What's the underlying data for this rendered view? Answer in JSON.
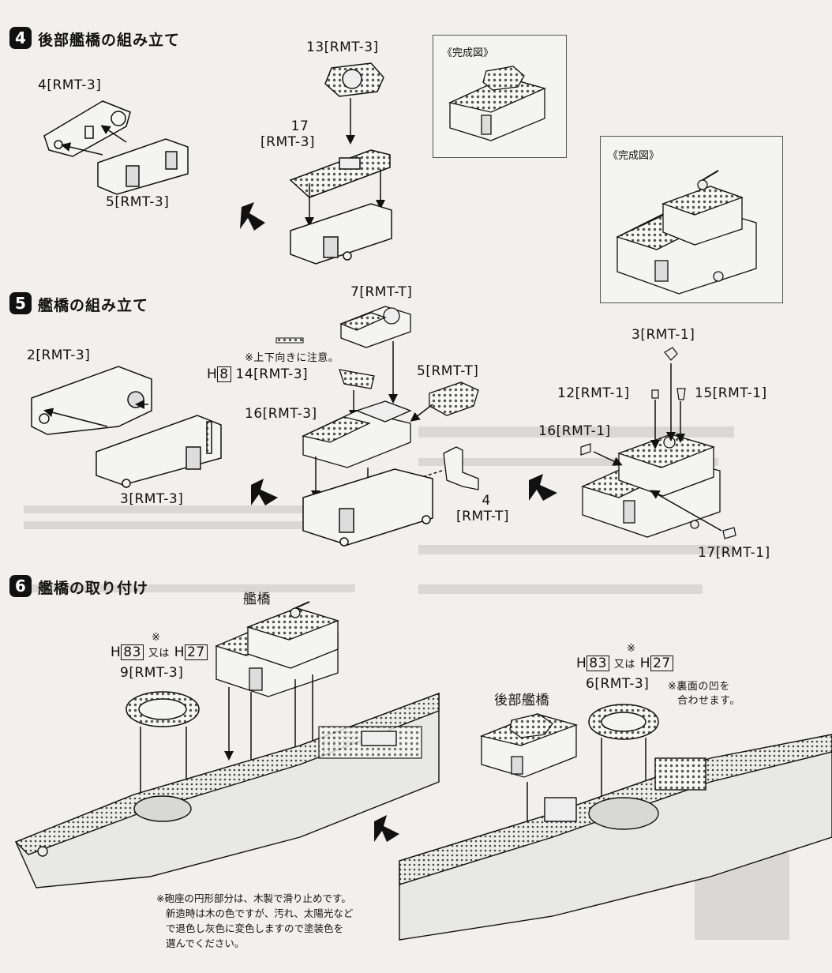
{
  "steps": [
    {
      "number": "4",
      "title": "後部艦橋の組み立て"
    },
    {
      "number": "5",
      "title": "艦橋の組み立て"
    },
    {
      "number": "6",
      "title": "艦橋の取り付け"
    }
  ],
  "step4": {
    "part_13": "13[RMT-3]",
    "part_4": "4[RMT-3]",
    "part_17_num": "17",
    "part_17_sheet": "[RMT-3]",
    "part_5": "5[RMT-3]",
    "completed_label": "《完成図》"
  },
  "step5": {
    "completed_label": "《完成図》",
    "part_7": "7[RMT-T]",
    "part_2": "2[RMT-3]",
    "orientation_note": "※上下向きに注意。",
    "color_prefix": "H",
    "color_code": "8",
    "part_14": "14[RMT-3]",
    "part_5": "5[RMT-T]",
    "part_16": "16[RMT-3]",
    "part_3": "3[RMT-3]",
    "part_4_num": "4",
    "part_4_sheet": "[RMT-T]",
    "sub_3": "3[RMT-1]",
    "sub_12": "12[RMT-1]",
    "sub_15": "15[RMT-1]",
    "sub_16": "16[RMT-1]",
    "sub_17": "17[RMT-1]"
  },
  "step6": {
    "bridge": "艦橋",
    "aft_bridge": "後部艦橋",
    "asterisk": "※",
    "color_h": "H",
    "color_a": "83",
    "or": "又は",
    "color_b": "27",
    "part_9": "9[RMT-3]",
    "part_6": "6[RMT-3]",
    "back_note_line1": "※裏面の凹を",
    "back_note_line2": "合わせます。",
    "footnote_line1": "※砲座の円形部分は、木製で滑り止めです。",
    "footnote_line2": "新造時は木の色ですが、汚れ、太陽光など",
    "footnote_line3": "で退色し灰色に変色しますので塗装色を",
    "footnote_line4": "選んでください。"
  },
  "icons": [
    "step-arrow-icon",
    "assembly-arrow-icon",
    "part-drawing-icon"
  ]
}
